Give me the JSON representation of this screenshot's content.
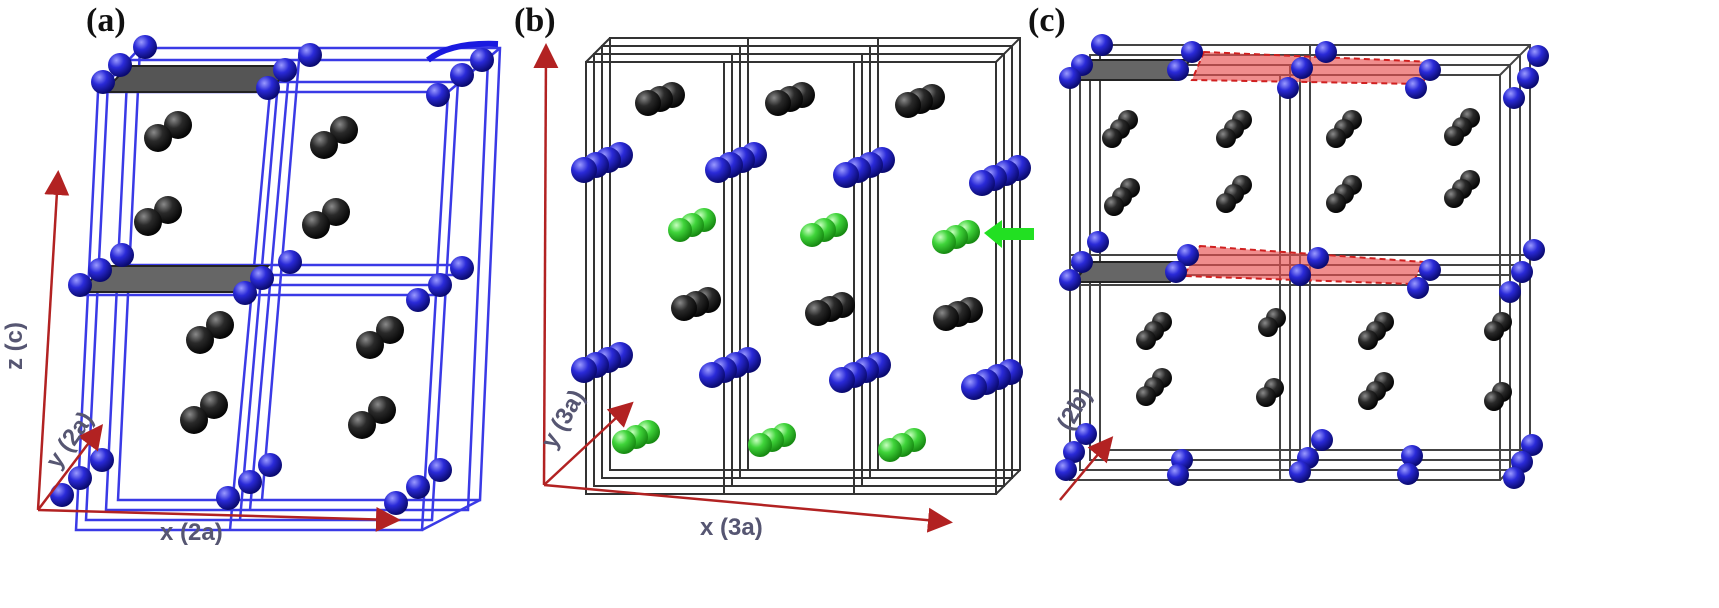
{
  "panels": [
    {
      "label": "(a)",
      "x_axis": "x (2a)",
      "y_axis": "y (2a)",
      "z_axis": "z (c)"
    },
    {
      "label": "(b)",
      "x_axis": "x (3a)",
      "y_axis": "y (3a)"
    },
    {
      "label": "(c)",
      "y_axis": "(2b)"
    }
  ],
  "colors": {
    "blue_atom": "#2222cc",
    "black_atom": "#222222",
    "green_atom": "#33cc33",
    "axis_red": "#b22222",
    "cell_blue": "#3030e0",
    "cell_black": "#444444",
    "highlight_red": "#e03030"
  },
  "icons": [
    "green-arrow-icon",
    "blue-curved-arrow-icon"
  ]
}
